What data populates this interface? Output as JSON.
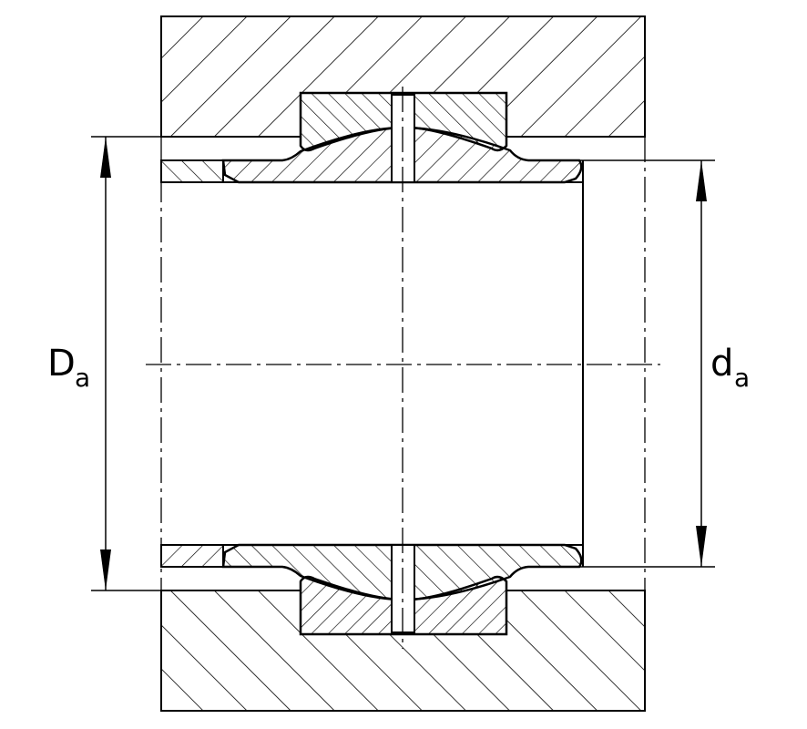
{
  "drawing": {
    "labels": {
      "outer_dim_main": "D",
      "outer_dim_sub": "a",
      "inner_dim_main": "d",
      "inner_dim_sub": "a"
    },
    "colors": {
      "line": "#000000",
      "background": "#ffffff"
    }
  }
}
